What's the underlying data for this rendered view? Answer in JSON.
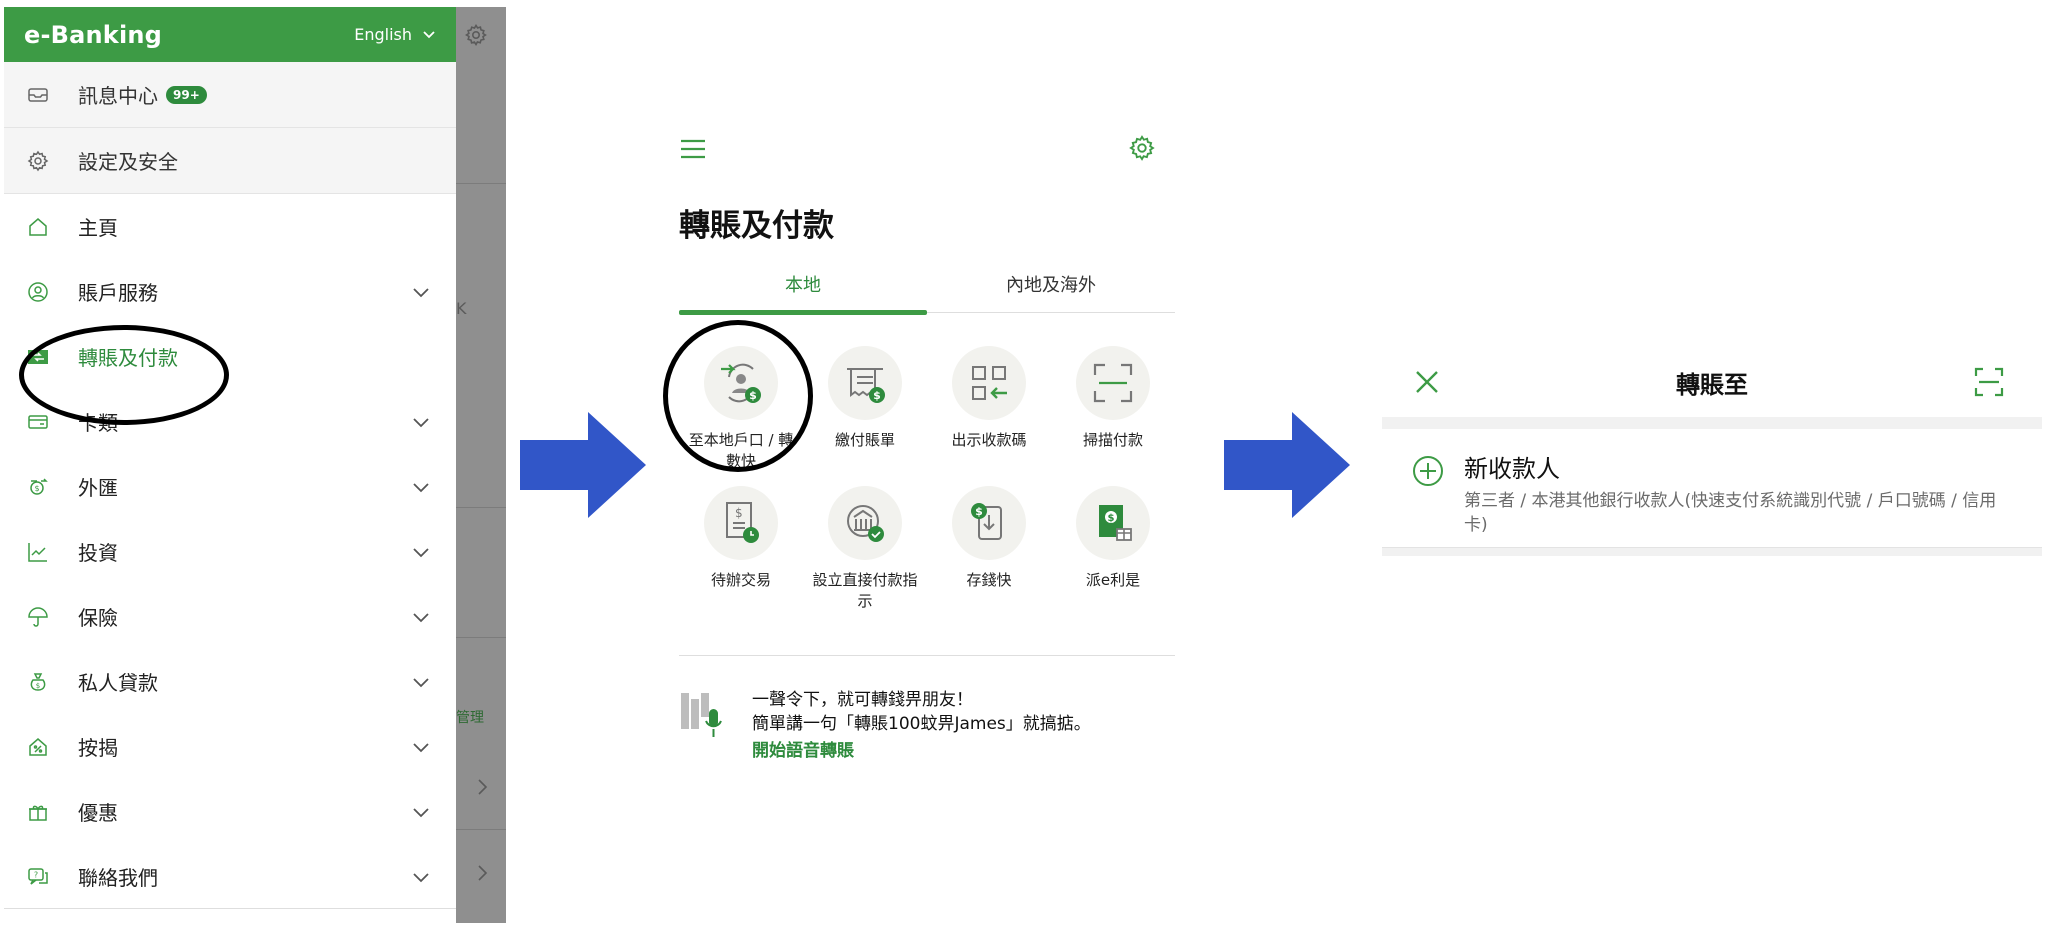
{
  "menu": {
    "brand": "e-Banking",
    "language": "English",
    "inbox_label": "訊息中心",
    "inbox_badge": "99+",
    "settings_label": "設定及安全",
    "items": [
      {
        "label": "主頁",
        "icon": "home-icon",
        "expandable": false,
        "active": false
      },
      {
        "label": "賬戶服務",
        "icon": "account-icon",
        "expandable": true,
        "active": false
      },
      {
        "label": "轉賬及付款",
        "icon": "transfer-icon",
        "expandable": false,
        "active": true
      },
      {
        "label": "卡類",
        "icon": "card-icon",
        "expandable": true,
        "active": false
      },
      {
        "label": "外匯",
        "icon": "fx-icon",
        "expandable": true,
        "active": false
      },
      {
        "label": "投資",
        "icon": "chart-icon",
        "expandable": true,
        "active": false
      },
      {
        "label": "保險",
        "icon": "umbrella-icon",
        "expandable": true,
        "active": false
      },
      {
        "label": "私人貸款",
        "icon": "money-bag-icon",
        "expandable": true,
        "active": false
      },
      {
        "label": "按揭",
        "icon": "house-percent-icon",
        "expandable": true,
        "active": false
      },
      {
        "label": "優惠",
        "icon": "gift-icon",
        "expandable": true,
        "active": false
      },
      {
        "label": "聯絡我們",
        "icon": "contact-icon",
        "expandable": true,
        "active": false
      }
    ],
    "backdrop_ghost": [
      "K",
      "管理"
    ]
  },
  "transfer": {
    "title": "轉賬及付款",
    "tabs": [
      "本地",
      "內地及海外"
    ],
    "tiles": [
      {
        "label": "至本地戶口 / 轉數快",
        "icon": "local-transfer-icon"
      },
      {
        "label": "繳付賬單",
        "icon": "pay-bill-icon"
      },
      {
        "label": "出示收款碼",
        "icon": "qr-code-icon"
      },
      {
        "label": "掃描付款",
        "icon": "scan-pay-icon"
      },
      {
        "label": "待辦交易",
        "icon": "pending-icon"
      },
      {
        "label": "設立直接付款指示",
        "icon": "direct-debit-icon"
      },
      {
        "label": "存錢快",
        "icon": "save-money-icon"
      },
      {
        "label": "派e利是",
        "icon": "red-packet-icon"
      }
    ],
    "voice_line1": "一聲令下，就可轉錢畀朋友！",
    "voice_line2": "簡單講一句「轉賬100蚊畀James」就搞掂。",
    "voice_link": "開始語音轉賬"
  },
  "transfer_to": {
    "title": "轉賬至",
    "new_payee_title": "新收款人",
    "new_payee_sub": "第三者 / 本港其他銀行收款人(快速支付系統識別代號 / 戶口號碼 / 信用卡)"
  },
  "colors": {
    "brand_green": "#3d9b45",
    "text_green": "#2e8b3d",
    "arrow_blue": "#3156c8",
    "backdrop_grey": "#8f8f8f"
  }
}
